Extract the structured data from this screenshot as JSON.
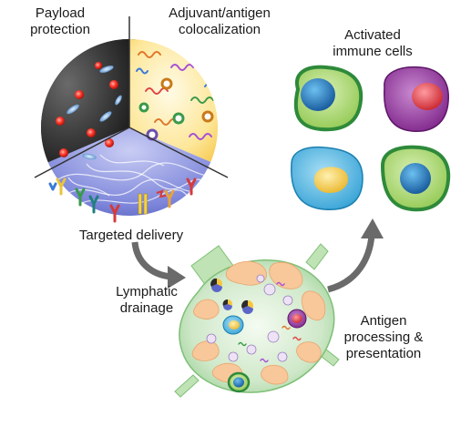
{
  "labels": {
    "payload_protection": [
      "Payload",
      "protection"
    ],
    "colocalization": [
      "Adjuvant/antigen",
      "colocalization"
    ],
    "activated_cells": [
      "Activated",
      "immune cells"
    ],
    "targeted_delivery": "Targeted delivery",
    "lymphatic_drainage": [
      "Lymphatic",
      "drainage"
    ],
    "antigen_processing": [
      "Antigen",
      "processing &",
      "presentation"
    ]
  },
  "colors": {
    "dark_sector": "#2b2b2b",
    "yellow_sector": "#f7c63a",
    "blue_sector": "#5b66c8",
    "cell_green": "#a8d46a",
    "cell_purple": "#8e2f97",
    "cell_blue": "#47b4e0",
    "nucleus_blue": "#1f6fb0",
    "nucleus_red": "#e0474f",
    "nucleus_yellow": "#f3c94b",
    "arrow_gray": "#666666",
    "node_green": "#bfe0b8"
  },
  "icons": [
    "red-dot-icon",
    "blue-spindle-icon",
    "antigen-squiggle-icon",
    "adjuvant-ring-icon",
    "antibody-y-icon",
    "immune-cell-icon",
    "curved-arrow-icon"
  ]
}
